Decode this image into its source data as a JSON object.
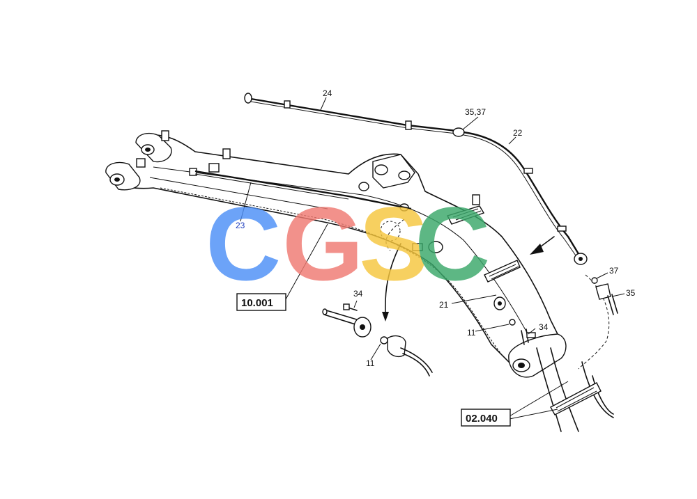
{
  "callouts": {
    "c24": "24",
    "c35_37": "35,37",
    "c22": "22",
    "c23": "23",
    "c37": "37",
    "c35": "35",
    "c34_left": "34",
    "c21": "21",
    "c11_right": "11",
    "c34_right": "34",
    "c11_left": "11"
  },
  "references": {
    "ref_left": "10.001",
    "ref_right": "02.040"
  },
  "watermark": {
    "letters": [
      "C",
      "G",
      "S",
      "C"
    ],
    "colors": [
      "#4d8ff7",
      "#f07a72",
      "#f6c63e",
      "#3aa86a"
    ]
  }
}
